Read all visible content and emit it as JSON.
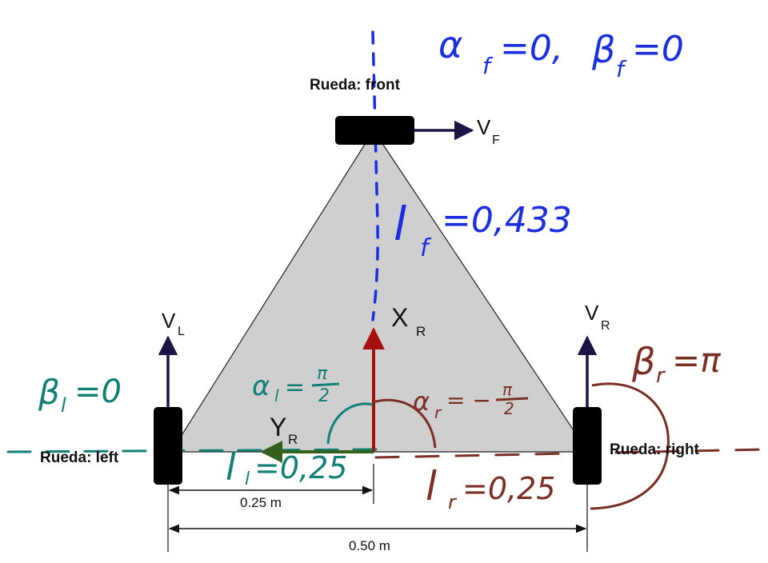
{
  "wheels": {
    "front": {
      "label": "Rueda: front",
      "velocity": "V",
      "velocity_sub": "F"
    },
    "left": {
      "label": "Rueda: left",
      "velocity": "V",
      "velocity_sub": "L"
    },
    "right": {
      "label": "Rueda: right",
      "velocity": "V",
      "velocity_sub": "R"
    }
  },
  "axes": {
    "x": {
      "label": "X",
      "sub": "R"
    },
    "y": {
      "label": "Y",
      "sub": "R"
    }
  },
  "dimensions": {
    "half": "0.25 m",
    "full": "0.50 m"
  },
  "annotations": {
    "front_angles": {
      "text": "α_f = 0, β_f = 0",
      "alpha": "α",
      "alpha_sub": "f",
      "alpha_val": "=0,",
      "beta": "β",
      "beta_sub": "f",
      "beta_val": "=0"
    },
    "l_front": {
      "l": "l",
      "sub": "f",
      "val": "=0,433"
    },
    "alpha_left": {
      "alpha": "α",
      "sub": "l",
      "eq": "=",
      "num": "π",
      "den": "2"
    },
    "beta_left": {
      "beta": "β",
      "sub": "l",
      "val": "=0"
    },
    "l_left": {
      "l": "l",
      "sub": "l",
      "val": "=0,25"
    },
    "alpha_right": {
      "alpha": "α",
      "sub": "r",
      "eq": "= −",
      "num": "π",
      "den": "2"
    },
    "beta_right": {
      "beta": "β",
      "sub": "r",
      "val": "=π"
    },
    "l_right": {
      "l": "l",
      "sub": "r",
      "val": "=0,25"
    }
  },
  "colors": {
    "body": "#cfcfcf",
    "wheel": "#000000",
    "velocity_arrow": "#1c1445",
    "x_axis": "#a50f0f",
    "y_axis": "#33601a",
    "ink_blue": "#1a2ee0",
    "ink_teal": "#127f75",
    "ink_brown": "#7a2e24",
    "dimension": "#111111"
  }
}
